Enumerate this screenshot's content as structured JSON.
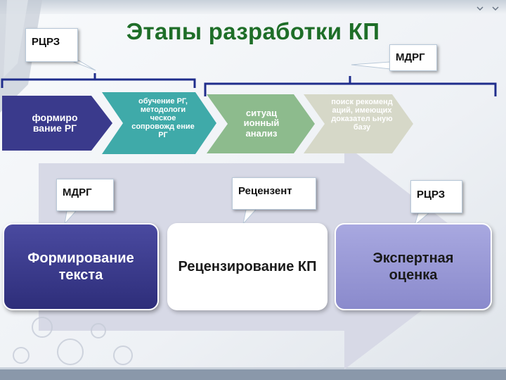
{
  "title": "Этапы разработки КП",
  "top_callouts": {
    "left": "РЦРЗ",
    "right": "МДРГ"
  },
  "steps": [
    "формиро вание РГ",
    "обучение РГ, методологи ческое сопровожд ение РГ",
    "ситуац ионный анализ",
    "поиск рекоменд аций, имеющих доказател ьную базу"
  ],
  "bottom_callouts": [
    "МДРГ",
    "Рецензент",
    "РЦРЗ"
  ],
  "boxes": [
    "Формирование текста",
    "Рецензирование КП",
    "Экспертная оценка"
  ],
  "colors": {
    "title": "#1e6e28",
    "step1": "#3a3a8c",
    "step2": "#3faaa9",
    "step3": "#8dbb8d",
    "step4": "#d6d8c8",
    "box1": "#3a3a8c",
    "box2": "#ffffff",
    "box3": "#9a9ad6",
    "bracket": "#1f2d8c"
  }
}
